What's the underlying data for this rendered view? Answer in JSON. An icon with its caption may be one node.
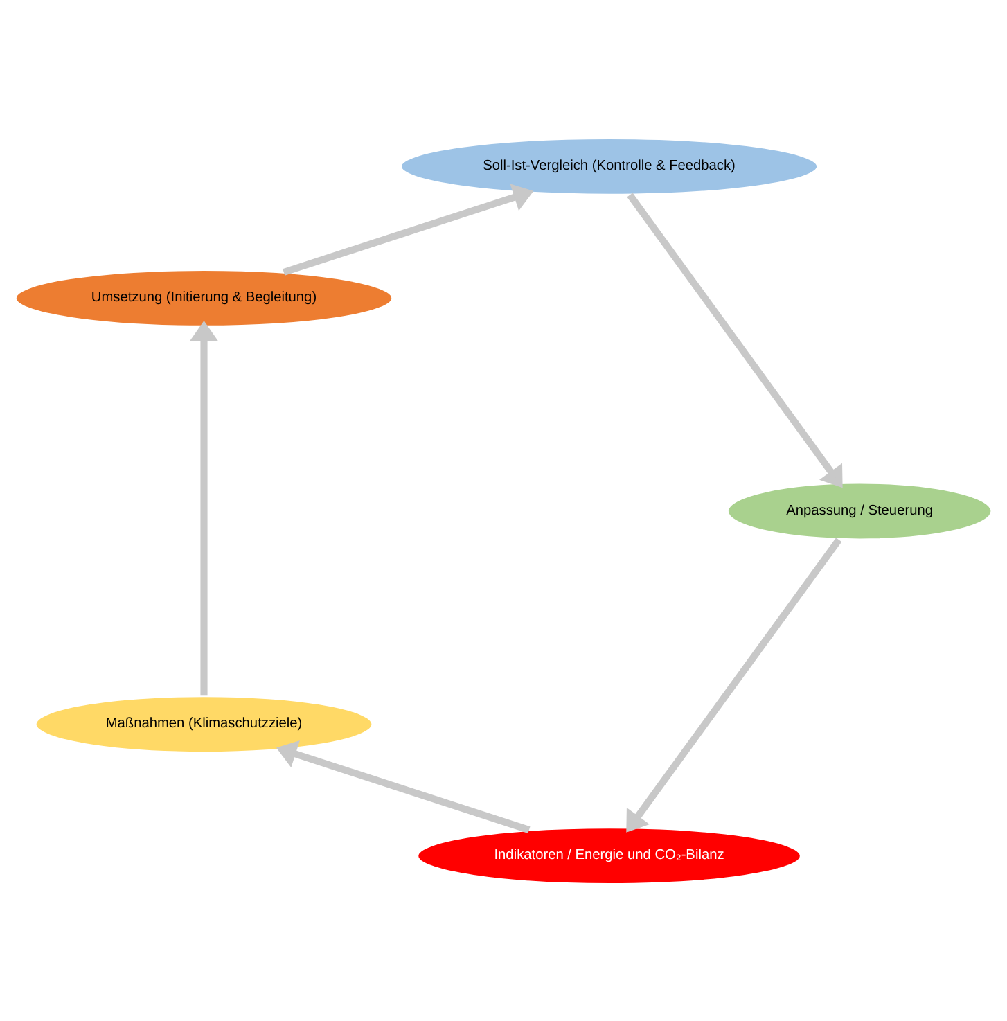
{
  "diagram": {
    "nodes": [
      {
        "text": [
          "Indikatoren / Energie und CO₂-Bilanz"
        ]
      },
      {
        "text": [
          "Maßnahmen (Klimaschutzziele)"
        ]
      },
      {
        "text": [
          "Umsetzung (Initierung & Begleitung)"
        ]
      },
      {
        "text": [
          "Soll-Ist-Vergleich (Kontrolle & Feedback)"
        ]
      },
      {
        "text": [
          "Anpassung / Steuerung"
        ]
      }
    ],
    "edges": [
      {
        "from": 0,
        "to": 1,
        "arrow": "to"
      },
      {
        "from": 1,
        "to": 2,
        "arrow": "to"
      },
      {
        "from": 2,
        "to": 3,
        "arrow": "to"
      },
      {
        "from": 3,
        "to": 4,
        "arrow": "to"
      },
      {
        "from": 4,
        "to": 0,
        "arrow": "to"
      }
    ]
  }
}
